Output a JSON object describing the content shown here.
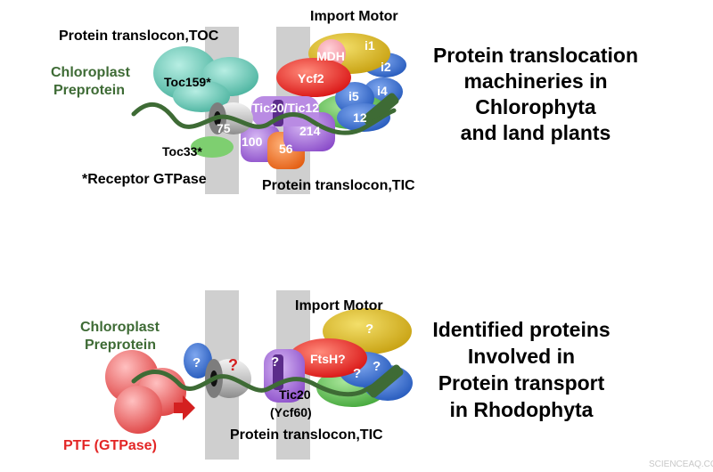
{
  "top_diagram": {
    "labels": {
      "import_motor": "Import Motor",
      "toc_title": "Protein translocon,TOC",
      "preprotein_line1": "Chloroplast",
      "preprotein_line2": "Preprotein",
      "toc159": "Toc159*",
      "toc75": "75",
      "toc33": "Toc33*",
      "tic_top": "Tic20/Tic12",
      "tic100": "100",
      "tic56": "56",
      "tic214": "214",
      "mdh": "MDH",
      "i1": "i1",
      "i2": "i2",
      "ycf2": "Ycf2",
      "i5": "i5",
      "i4": "i4",
      "c12": "12",
      "receptor_note": "*Receptor GTPase",
      "tic_title": "Protein translocon,TIC"
    },
    "heading_lines": [
      "Protein translocation",
      "machineries in",
      "Chlorophyta",
      "and land plants"
    ]
  },
  "bottom_diagram": {
    "labels": {
      "import_motor": "Import Motor",
      "preprotein_line1": "Chloroplast",
      "preprotein_line2": "Preprotein",
      "receptor_q": "?",
      "channel_q": "?",
      "tic_q": "?",
      "motor_q1": "?",
      "ftsh": "FtsH?",
      "motor_q2": "?",
      "motor_q3": "?",
      "tic20": "Tic20",
      "ycf60": "(Ycf60)",
      "ptf": "PTF (GTPase)",
      "tic_title": "Protein translocon,TIC"
    },
    "heading_lines": [
      "Identified proteins",
      "Involved in",
      "Protein transport",
      "in Rhodophyta"
    ]
  },
  "watermark": "SCIENCEAQ.COM",
  "colors": {
    "membrane": "#cfcfcf",
    "preprotein_green": "#3e6b35",
    "ptf_red": "#e32626",
    "toc159": "#5fbfae",
    "toc33": "#7ecf70",
    "tic_purple": "#a46bd6",
    "tic_orange": "#f07a2a",
    "motor_yellow": "#d9b411",
    "motor_red": "#e32020",
    "motor_blue": "#2a63c8",
    "motor_green": "#4cb840"
  }
}
